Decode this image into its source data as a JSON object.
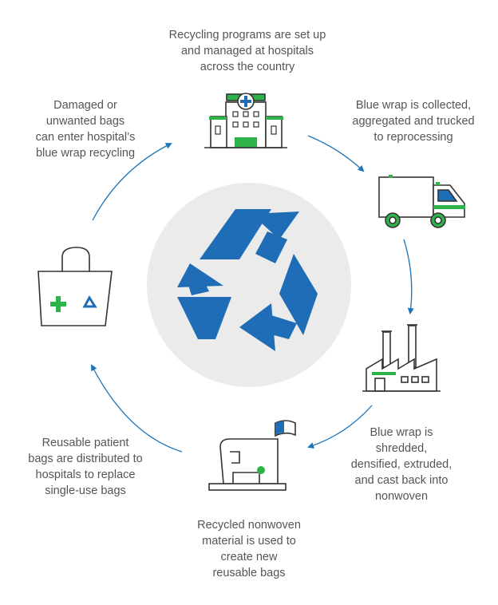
{
  "diagram": {
    "steps": [
      {
        "icon": "hospital-icon",
        "text": "Recycling programs are set up\nand managed at hospitals\nacross the country"
      },
      {
        "icon": "truck-icon",
        "text": "Blue wrap is collected,\naggregated and trucked\nto reprocessing"
      },
      {
        "icon": "factory-icon",
        "text": "Blue wrap is\nshredded,\ndensified, extruded,\nand cast back into\nnonwoven"
      },
      {
        "icon": "sewing-machine-icon",
        "text": "Recycled nonwoven\nmaterial is used to\ncreate new\nreusable bags"
      },
      {
        "icon": "shopping-bag-icon",
        "text": "Reusable patient\nbags are distributed to\nhospitals to replace\nsingle-use bags"
      },
      {
        "icon": "shopping-bag-icon",
        "text": "Damaged or\nunwanted bags\ncan enter hospital’s\nblue wrap recycling"
      }
    ],
    "center_icon": "recycle-icon",
    "colors": {
      "blue": "#1f6db6",
      "green": "#2db34a",
      "gray_circle": "#ebebeb",
      "line": "#333333",
      "arrow": "#1d74b8",
      "text": "#555555"
    }
  }
}
